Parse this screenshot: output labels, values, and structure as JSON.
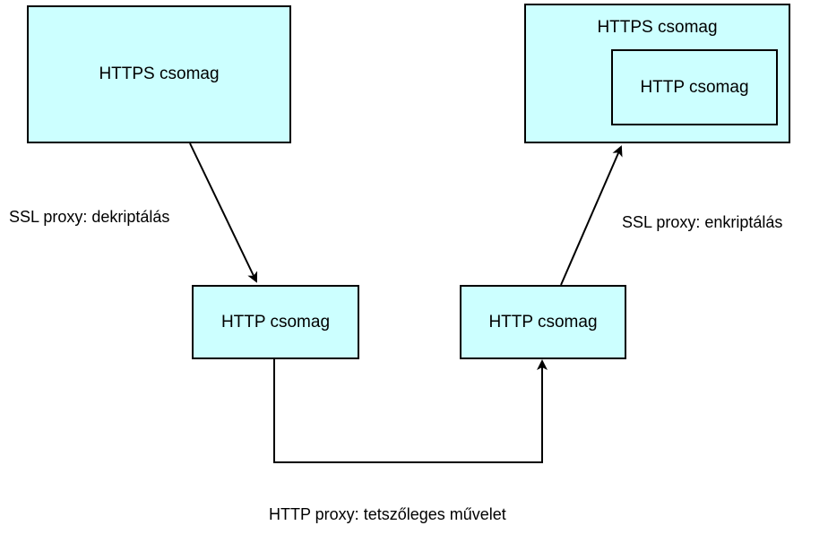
{
  "colors": {
    "box_fill": "#ccffff",
    "stroke": "#000000",
    "background": "#ffffff"
  },
  "nodes": {
    "https_packet_left": "HTTPS csomag",
    "http_packet_left": "HTTP csomag",
    "http_packet_right": "HTTP csomag",
    "https_packet_right": "HTTPS csomag",
    "http_packet_inner": "HTTP csomag"
  },
  "edge_labels": {
    "ssl_decrypt": "SSL proxy: dekriptálás",
    "ssl_encrypt": "SSL proxy: enkriptálás",
    "http_proxy": "HTTP proxy: tetszőleges művelet"
  }
}
